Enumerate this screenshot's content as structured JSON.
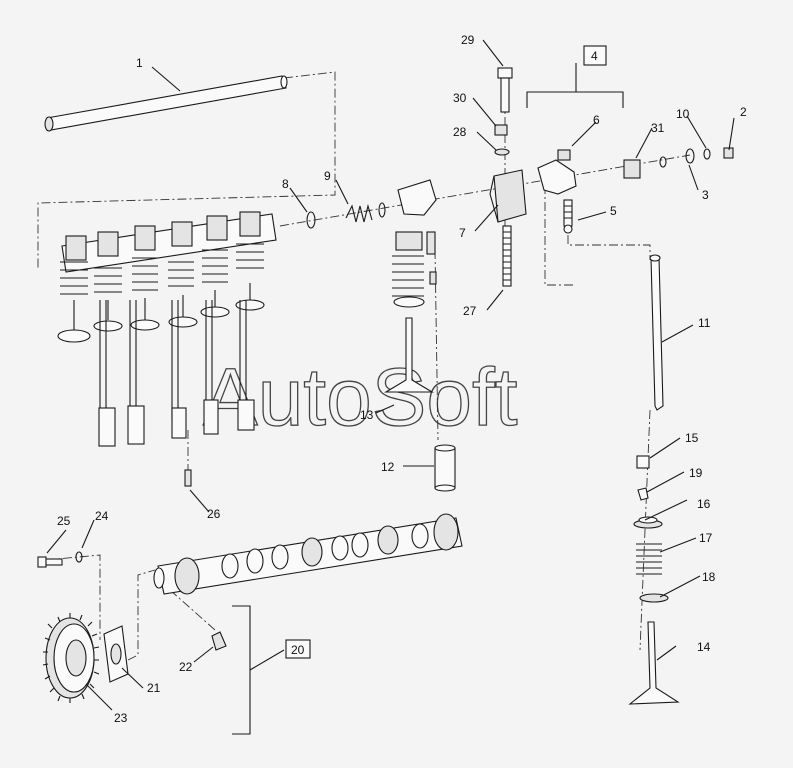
{
  "watermark": "AutoSoft",
  "callouts": {
    "c1": "1",
    "c2": "2",
    "c3": "3",
    "c4": "4",
    "c5": "5",
    "c6": "6",
    "c7": "7",
    "c8": "8",
    "c9": "9",
    "c10": "10",
    "c11": "11",
    "c12": "12",
    "c13": "13",
    "c14": "14",
    "c15": "15",
    "c16": "16",
    "c17": "17",
    "c18": "18",
    "c19": "19",
    "c20": "20",
    "c21": "21",
    "c22": "22",
    "c23": "23",
    "c24": "24",
    "c25": "25",
    "c26": "26",
    "c27": "27",
    "c28": "28",
    "c29": "29",
    "c30": "30",
    "c31": "31"
  }
}
